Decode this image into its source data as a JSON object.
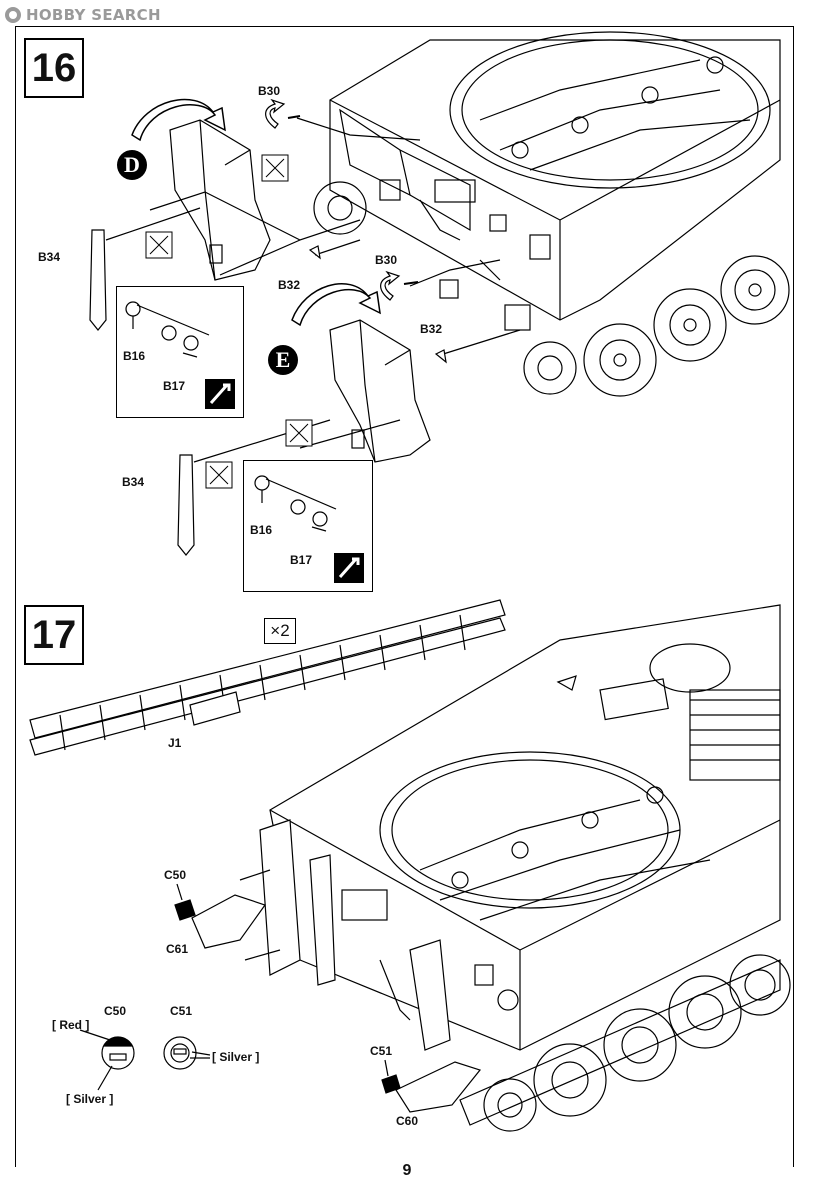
{
  "watermark": {
    "text": "HOBBY SEARCH"
  },
  "page_number": "9",
  "step16": {
    "number": "16",
    "markers": {
      "d": "D",
      "e": "E"
    },
    "labels": {
      "b30_top": "B30",
      "b30_mid": "B30",
      "b32_left": "B32",
      "b32_right": "B32",
      "b34_top": "B34",
      "b34_bottom": "B34",
      "b16_top": "B16",
      "b17_top": "B17",
      "b16_bottom": "B16",
      "b17_bottom": "B17"
    }
  },
  "step17": {
    "number": "17",
    "multiplier": "×2",
    "labels": {
      "j1": "J1",
      "c50_main": "C50",
      "c61": "C61",
      "c51_main": "C51",
      "c60": "C60",
      "c50_detail": "C50",
      "c51_detail": "C51"
    },
    "paint": {
      "red": "[ Red ]",
      "silver_left": "[ Silver ]",
      "silver_right": "[ Silver ]"
    }
  }
}
